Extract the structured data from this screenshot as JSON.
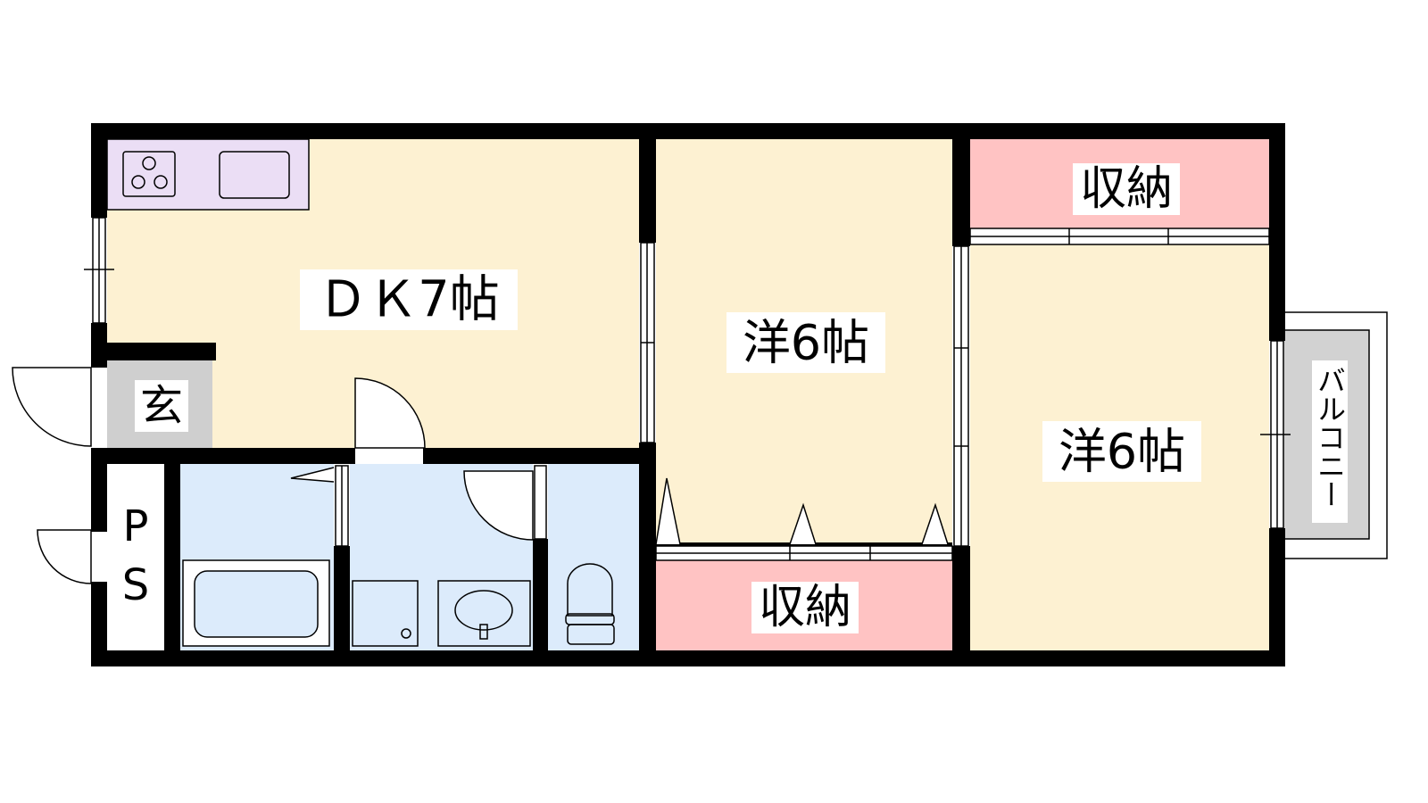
{
  "rooms": {
    "dk": {
      "label": "ＤＫ7帖"
    },
    "western_center": {
      "label": "洋6帖"
    },
    "western_right": {
      "label": "洋6帖"
    },
    "storage_top": {
      "label": "収納"
    },
    "storage_bottom": {
      "label": "収納"
    },
    "entrance": {
      "label": "玄"
    },
    "ps": {
      "label_p": "P",
      "label_s": "S"
    },
    "balcony": {
      "label": "バルコニー"
    }
  },
  "colors": {
    "room": "#fdf1d2",
    "storage": "#ffc3c3",
    "wet_area": "#dcebfb",
    "kitchen": "#ebdef5",
    "entrance": "#cfcfcf",
    "balcony": "#d2d2d2",
    "wall": "#000000"
  }
}
